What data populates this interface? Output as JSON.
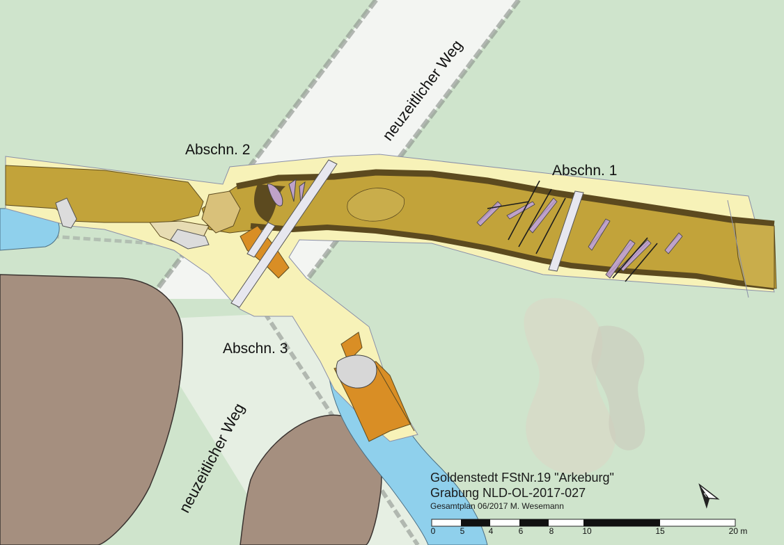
{
  "map": {
    "section_labels": [
      "Abschn. 1",
      "Abschn. 2",
      "Abschn. 3"
    ],
    "road_labels": [
      "neuzeitlicher Weg",
      "neuzeitlicher Weg"
    ],
    "title": {
      "line1": "Goldenstedt FStNr.19 \"Arkeburg\"",
      "line2": "Grabung NLD-OL-2017-027",
      "line3": "Gesamtplan 06/2017 M. Wesemann"
    },
    "scale_bar": {
      "ticks": [
        "0",
        "5",
        "4",
        "6",
        "8",
        "10",
        "15",
        "20 m"
      ]
    },
    "north_arrow": "north-arrow-icon",
    "colors": {
      "background": "#cfe4cc",
      "excavation_area": "#f7f2b8",
      "fill_ochre": "#c2a33a",
      "dark_edge": "#5c4a1f",
      "orange_feature": "#d98e25",
      "water_blue": "#8fd0ec",
      "brown_area": "#a58f7f",
      "road_white": "#f3f5f2"
    }
  }
}
